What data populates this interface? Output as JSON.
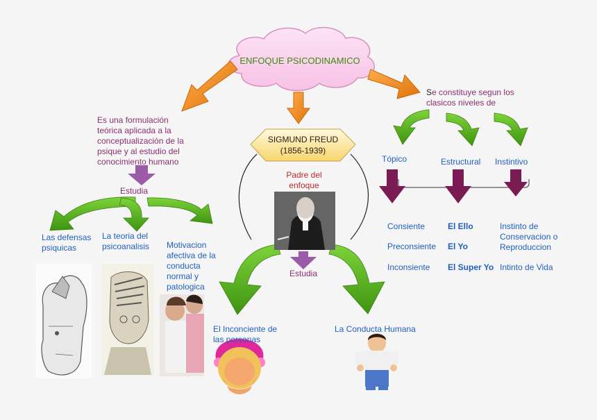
{
  "title": "ENFOQUE PSICODINAMICO",
  "left_branch": {
    "description": "Es una formulación\nteórica aplicada a la\nconceptualización de la\npsique y al estudio del\nconocimiento humano",
    "estudia_label": "Estudia",
    "items": [
      "Las defensas\npsiquicas",
      "La teoria del\npsicoanalisis",
      "Motivacion\nafectiva de la\nconducta\nnormal y\npatologica"
    ]
  },
  "center_branch": {
    "name": "SIGMUND FREUD",
    "years": "(1856-1939)",
    "role": "Padre del\nenfoque",
    "estudia_label": "Estudia",
    "items": [
      "El Inconciente de\nlas personas",
      "La Conducta Humana"
    ]
  },
  "right_branch": {
    "intro_first": "S",
    "intro_rest": "e constituye segun los\nclasicos niveles de",
    "levels": [
      "Tópico",
      "Estructural",
      "Instintivo"
    ],
    "topico_items": [
      "Consiente",
      "Preconsiente",
      "Inconsiente"
    ],
    "estructural_items": [
      "El Ello",
      "El Yo",
      "El Super Yo"
    ],
    "instintivo_items": [
      "Instinto de\nConservacion o\nReproduccion",
      "Intinto de Vida"
    ]
  },
  "colors": {
    "orange_arrow": "#f08a1c",
    "green_arrow": "#55b21b",
    "purple_arrow": "#7a1b54",
    "light_purple_arrow": "#9b5ba8",
    "cloud_fill": "#fbd3ee",
    "title_text": "#3b8b0e"
  },
  "icons": [
    "head-sketch-image",
    "psychoanalysis-head-image",
    "couple-photo",
    "freud-portrait",
    "girl-cartoon-icon",
    "boy-cartoon-icon"
  ]
}
